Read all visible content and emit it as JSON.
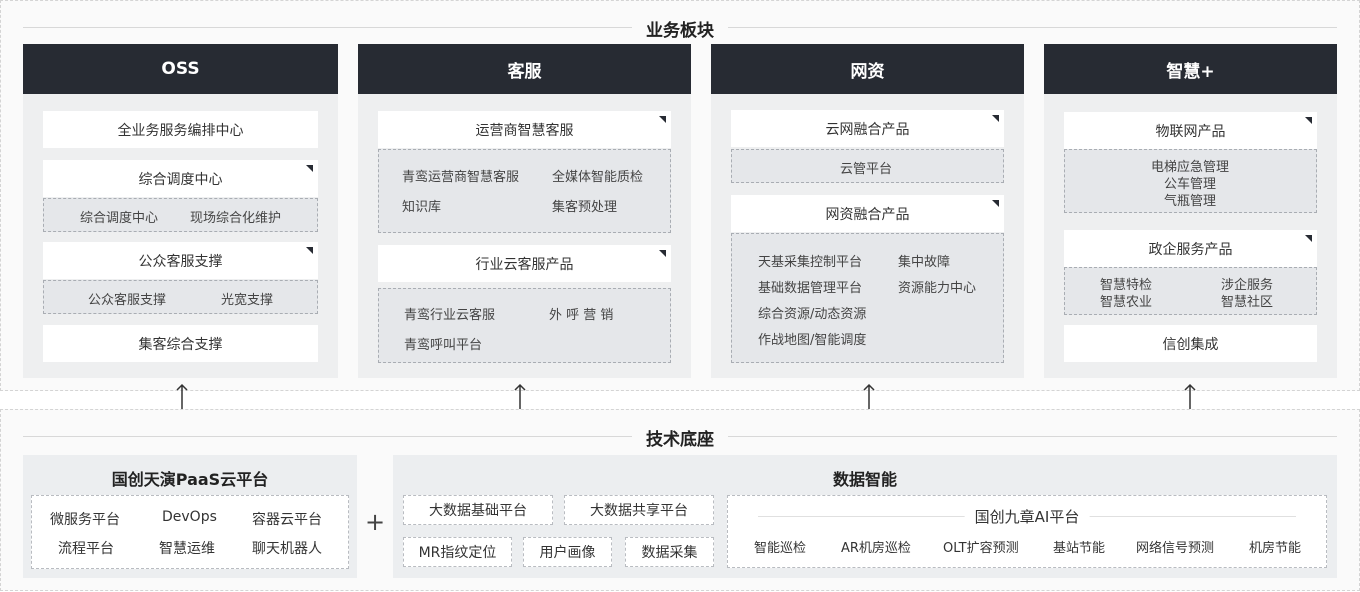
{
  "business": {
    "title": "业务板块",
    "oss": {
      "header": "OSS",
      "card1": "全业务服务编排中心",
      "card2": "综合调度中心",
      "card2_items": [
        "综合调度中心",
        "现场综合化维护"
      ],
      "card3": "公众客服支撑",
      "card3_items": [
        "公众客服支撑",
        "光宽支撑"
      ],
      "card4": "集客综合支撑"
    },
    "kefu": {
      "header": "客服",
      "card1": "运营商智慧客服",
      "card1_items": [
        "青鸾运营商智慧客服",
        "全媒体智能质检",
        "知识库",
        "集客预处理"
      ],
      "card2": "行业云客服产品",
      "card2_items": [
        "青鸾行业云客服",
        "外 呼 营 销",
        "青鸾呼叫平台"
      ]
    },
    "wangzi": {
      "header": "网资",
      "card1": "云网融合产品",
      "card1_items": [
        "云管平台"
      ],
      "card2": "网资融合产品",
      "card2_items": [
        "天基采集控制平台",
        "集中故障",
        "基础数据管理平台",
        "资源能力中心",
        "综合资源/动态资源",
        "作战地图/智能调度"
      ]
    },
    "zhihui": {
      "header": "智慧+",
      "card1": "物联网产品",
      "card1_items": [
        "电梯应急管理",
        "公车管理",
        "气瓶管理"
      ],
      "card2": "政企服务产品",
      "card2_items": [
        "智慧特检",
        "涉企服务",
        "智慧农业",
        "智慧社区"
      ],
      "card3": "信创集成"
    }
  },
  "tech": {
    "title": "技术底座",
    "paas": {
      "title": "国创天演PaaS云平台",
      "items": [
        "微服务平台",
        "DevOps",
        "容器云平台",
        "流程平台",
        "智慧运维",
        "聊天机器人"
      ]
    },
    "plus": "+",
    "data": {
      "title": "数据智能",
      "pills": [
        "大数据基础平台",
        "大数据共享平台",
        "MR指纹定位",
        "用户画像",
        "数据采集"
      ],
      "ai_title": "国创九章AI平台",
      "ai_items": [
        "智能巡检",
        "AR机房巡检",
        "OLT扩容预测",
        "基站节能",
        "网络信号预测",
        "机房节能"
      ]
    }
  },
  "colors": {
    "header_bg": "#272b33",
    "column_bg": "#eeeff0",
    "sub_bg": "#e5e7ea"
  }
}
